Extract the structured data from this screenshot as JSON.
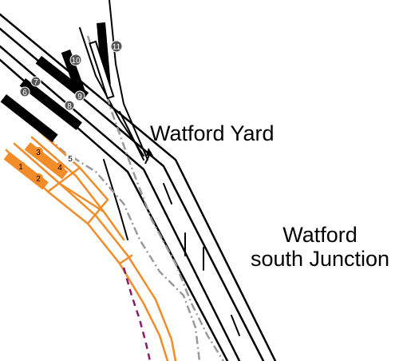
{
  "labels": {
    "watford_yard": "Watford Yard",
    "watford_south_junction_line1": "Watford",
    "watford_south_junction_line2": "south Junction"
  },
  "platforms": [
    {
      "num": "1",
      "color": "#f28c28"
    },
    {
      "num": "2",
      "color": "#f28c28"
    },
    {
      "num": "3",
      "color": "#f28c28"
    },
    {
      "num": "4",
      "color": "#f28c28"
    },
    {
      "num": "5",
      "color": "#000000"
    },
    {
      "num": "6",
      "color": "#000000"
    },
    {
      "num": "7",
      "color": "#000000"
    },
    {
      "num": "8",
      "color": "#000000"
    },
    {
      "num": "9",
      "color": "#000000"
    },
    {
      "num": "10",
      "color": "#000000"
    },
    {
      "num": "11",
      "color": "#000000"
    }
  ],
  "colors": {
    "main_track": "#000000",
    "dc_track": "#f28c28",
    "disused_track": "#999999",
    "dashed_purple": "#8b1a6b",
    "background": "#ffffff"
  },
  "legend_semantics": {
    "orange": "dc-lines",
    "grey-dashdot": "disused-line",
    "purple-dashed": "branch-line"
  }
}
